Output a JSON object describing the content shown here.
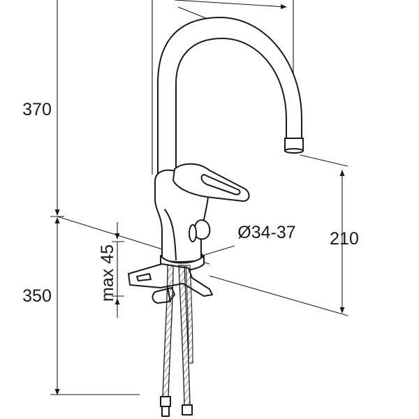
{
  "dimensions": {
    "total_height_upper": "370",
    "total_height_lower": "350",
    "spout_height": "210",
    "hole_diameter": "Ø34-37",
    "max_thickness": "max 45"
  },
  "colors": {
    "line": "#1a1a1a",
    "background": "#ffffff"
  }
}
